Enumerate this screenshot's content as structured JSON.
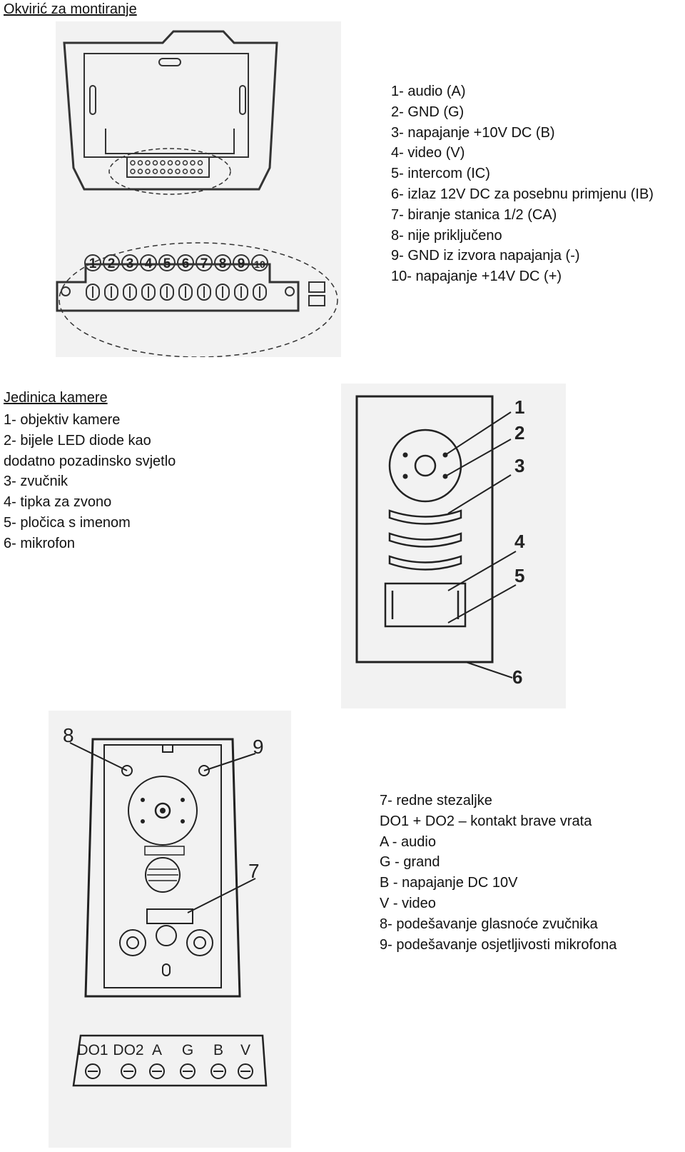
{
  "section1": {
    "title": "Okvirić za montiranje",
    "items": [
      "1- audio (A)",
      "2- GND (G)",
      "3- napajanje +10V DC (B)",
      "4- video (V)",
      "5- intercom (IC)",
      "6- izlaz 12V DC za posebnu primjenu (IB)",
      "7- biranje stanica 1/2 (CA)",
      "8- nije priključeno",
      "9- GND iz izvora napajanja (-)",
      "10- napajanje +14V DC (+)"
    ],
    "terminal_numbers": [
      "1",
      "2",
      "3",
      "4",
      "5",
      "6",
      "7",
      "8",
      "9",
      "10"
    ]
  },
  "section2": {
    "title": "Jedinica kamere",
    "items": [
      "1- objektiv kamere",
      "2- bijele LED diode kao dodatno pozadinsko svjetlo",
      "3- zvučnik",
      "4- tipka za zvono",
      "5- pločica s imenom",
      "6- mikrofon"
    ],
    "callouts": [
      "1",
      "2",
      "3",
      "4",
      "5",
      "6"
    ]
  },
  "section3": {
    "items": [
      "7- redne stezaljke",
      "DO1 + DO2 – kontakt brave vrata",
      "A - audio",
      "G - grand",
      "B - napajanje DC 10V",
      "V - video",
      "8- podešavanje glasnoće zvučnika",
      "9- podešavanje osjetljivosti mikrofona"
    ],
    "callouts": [
      "7",
      "8",
      "9"
    ],
    "terminal_labels": [
      "DO1",
      "DO2",
      "A",
      "G",
      "B",
      "V"
    ]
  }
}
